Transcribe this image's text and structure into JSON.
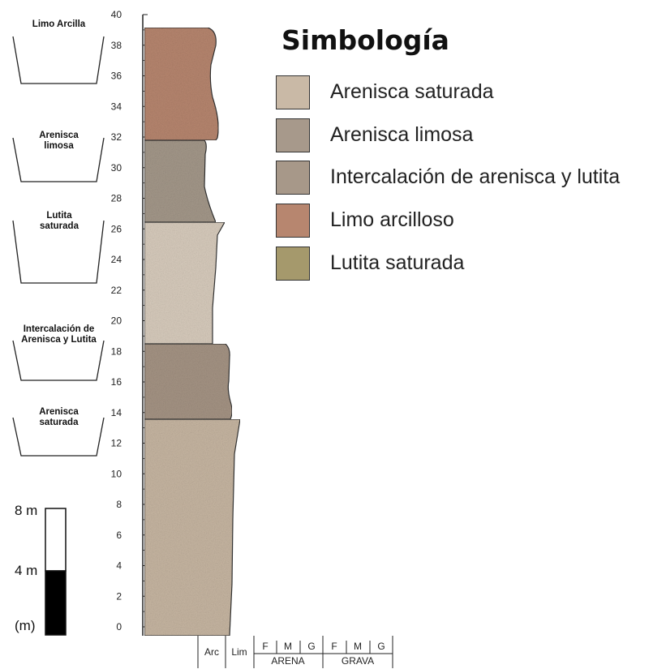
{
  "legend": {
    "title": "Simbología",
    "items": [
      {
        "label": "Arenisca saturada",
        "color": "#c9b9a6"
      },
      {
        "label": "Arenisca limosa",
        "color": "#a7998b"
      },
      {
        "label": "Intercalación de arenisca y lutita",
        "color": "#a79889"
      },
      {
        "label": "Limo arcilloso",
        "color": "#b7866f"
      },
      {
        "label": "Lutita saturada",
        "color": "#a5996c"
      }
    ]
  },
  "units": [
    {
      "label": "Limo Arcilla",
      "base_m": 31.5,
      "top_m": 38.9,
      "color": "#b7866f"
    },
    {
      "label": "Arenisca limosa",
      "base_m": 26.2,
      "top_m": 31.5,
      "color": "#a4988a"
    },
    {
      "label": "Lutita saturada",
      "base_m": 18.5,
      "top_m": 26.2,
      "color": "#d8ccbd"
    },
    {
      "label": "Intercalación de Arenisca y Lutita",
      "base_m": 13.7,
      "top_m": 18.5,
      "color": "#a59484"
    },
    {
      "label": "Arenisca saturada",
      "base_m": 0,
      "top_m": 13.7,
      "color": "#c7b6a2"
    }
  ],
  "depth_axis": {
    "min": 0,
    "max": 40,
    "ticks": [
      "0",
      "2",
      "4",
      "6",
      "8",
      "10",
      "12",
      "14",
      "16",
      "18",
      "20",
      "22",
      "24",
      "26",
      "28",
      "30",
      "32",
      "34",
      "36",
      "38",
      "40"
    ]
  },
  "scale_bar": {
    "label_top": "8 m",
    "label_mid": "4 m",
    "label_unit": "(m)"
  },
  "texture_axis": {
    "clay": "Arc",
    "silt": "Lim",
    "sand_subdivisions": [
      "F",
      "M",
      "G"
    ],
    "sand": "ARENA",
    "gravel_subdivisions": [
      "F",
      "M",
      "G"
    ],
    "gravel": "GRAVA"
  }
}
